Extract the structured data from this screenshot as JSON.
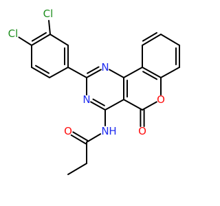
{
  "colors": {
    "bond": "#000000",
    "C": "#000000",
    "Cl": "#1f8f1f",
    "N": "#1f2cf0",
    "O": "#ff0d0d",
    "H": "#1f2cf0",
    "background": "#ffffff"
  },
  "atoms": [
    {
      "id": "Cl1",
      "symbol": "Cl"
    },
    {
      "id": "Cl2",
      "symbol": "Cl"
    },
    {
      "id": "C1",
      "symbol": "C"
    },
    {
      "id": "C2",
      "symbol": "C"
    },
    {
      "id": "C3",
      "symbol": "C"
    },
    {
      "id": "C4",
      "symbol": "C"
    },
    {
      "id": "C5",
      "symbol": "C"
    },
    {
      "id": "C6",
      "symbol": "C"
    },
    {
      "id": "C7",
      "symbol": "C"
    },
    {
      "id": "N1",
      "symbol": "N"
    },
    {
      "id": "N2",
      "symbol": "N"
    },
    {
      "id": "C8",
      "symbol": "C"
    },
    {
      "id": "C9",
      "symbol": "C"
    },
    {
      "id": "C10",
      "symbol": "C"
    },
    {
      "id": "C11",
      "symbol": "C"
    },
    {
      "id": "O1",
      "symbol": "O"
    },
    {
      "id": "O2",
      "symbol": "O"
    },
    {
      "id": "C12",
      "symbol": "C"
    },
    {
      "id": "C13",
      "symbol": "C"
    },
    {
      "id": "C14",
      "symbol": "C"
    },
    {
      "id": "C15",
      "symbol": "C"
    },
    {
      "id": "C16",
      "symbol": "C"
    },
    {
      "id": "C17",
      "symbol": "C"
    },
    {
      "id": "N3",
      "symbol": "N",
      "label": "N",
      "hydrogen": "H"
    },
    {
      "id": "C18",
      "symbol": "C"
    },
    {
      "id": "O3",
      "symbol": "O"
    },
    {
      "id": "C19",
      "symbol": "C"
    },
    {
      "id": "C20",
      "symbol": "C"
    }
  ],
  "bonds": [
    {
      "a": "Cl1",
      "b": "C1",
      "order": 1
    },
    {
      "a": "Cl2",
      "b": "C2",
      "order": 1
    },
    {
      "a": "C1",
      "b": "C2",
      "order": 2
    },
    {
      "a": "C2",
      "b": "C3",
      "order": 1
    },
    {
      "a": "C3",
      "b": "C4",
      "order": 2
    },
    {
      "a": "C4",
      "b": "C5",
      "order": 1
    },
    {
      "a": "C5",
      "b": "C6",
      "order": 2
    },
    {
      "a": "C6",
      "b": "C1",
      "order": 1
    },
    {
      "a": "C4",
      "b": "C7",
      "order": 1
    },
    {
      "a": "C7",
      "b": "N1",
      "order": 2
    },
    {
      "a": "N1",
      "b": "C8",
      "order": 1
    },
    {
      "a": "C8",
      "b": "C9",
      "order": 2
    },
    {
      "a": "C9",
      "b": "C10",
      "order": 1
    },
    {
      "a": "C10",
      "b": "N2",
      "order": 2
    },
    {
      "a": "N2",
      "b": "C7",
      "order": 1
    },
    {
      "a": "C9",
      "b": "C11",
      "order": 1
    },
    {
      "a": "C11",
      "b": "O1",
      "order": 2
    },
    {
      "a": "C11",
      "b": "O2",
      "order": 1
    },
    {
      "a": "O2",
      "b": "C12",
      "order": 1
    },
    {
      "a": "C12",
      "b": "C13",
      "order": 2
    },
    {
      "a": "C13",
      "b": "C8",
      "order": 1
    },
    {
      "a": "C13",
      "b": "C14",
      "order": 1
    },
    {
      "a": "C14",
      "b": "C15",
      "order": 2
    },
    {
      "a": "C15",
      "b": "C16",
      "order": 1
    },
    {
      "a": "C16",
      "b": "C17",
      "order": 2
    },
    {
      "a": "C17",
      "b": "C12",
      "order": 1
    },
    {
      "a": "C10",
      "b": "N3",
      "order": 1
    },
    {
      "a": "N3",
      "b": "C18",
      "order": 1
    },
    {
      "a": "C18",
      "b": "O3",
      "order": 2
    },
    {
      "a": "C18",
      "b": "C19",
      "order": 1
    },
    {
      "a": "C19",
      "b": "C20",
      "order": 1
    }
  ]
}
